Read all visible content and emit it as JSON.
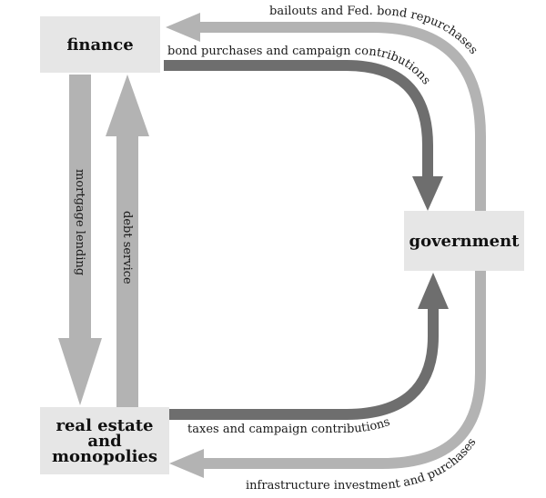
{
  "nodes": {
    "finance": "finance",
    "government": "government",
    "real_estate_line1": "real estate",
    "real_estate_line2": "and",
    "real_estate_line3": "monopolies"
  },
  "flows": {
    "bailouts": "bailouts and Fed. bond repurchases",
    "bond_purchases": "bond purchases and campaign contributions",
    "mortgage_lending": "mortgage lending",
    "debt_service": "debt service",
    "taxes": "taxes and campaign contributions",
    "infrastructure": "infrastructure investment and purchases"
  },
  "colors": {
    "light_arrow": "#b3b3b3",
    "dark_arrow": "#6e6e6e",
    "node_fill": "#e6e6e6"
  }
}
